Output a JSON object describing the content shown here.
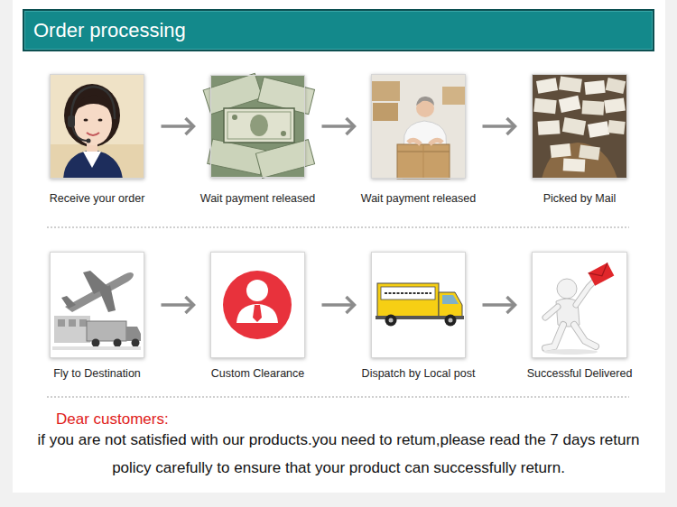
{
  "diagram": {
    "title": "Order processing",
    "nodes": [
      {
        "text": [
          "Receive your order"
        ]
      },
      {
        "text": [
          "Wait payment released"
        ]
      },
      {
        "text": [
          "Wait payment released"
        ]
      },
      {
        "text": [
          "Picked by Mail"
        ]
      },
      {
        "text": [
          "Fly to Destination"
        ]
      },
      {
        "text": [
          "Custom Clearance"
        ]
      },
      {
        "text": [
          "Dispatch by Local post"
        ]
      },
      {
        "text": [
          "Successful Delivered"
        ]
      }
    ],
    "edges": [
      {
        "from": 0,
        "to": 1,
        "arrow": "to"
      },
      {
        "from": 1,
        "to": 2,
        "arrow": "to"
      },
      {
        "from": 2,
        "to": 3,
        "arrow": "to"
      },
      {
        "from": 4,
        "to": 5,
        "arrow": "to"
      },
      {
        "from": 5,
        "to": 6,
        "arrow": "to"
      },
      {
        "from": 6,
        "to": 7,
        "arrow": "to"
      }
    ],
    "labels": [
      "Dear customers:",
      "if you are not satisfied with our products.you need to retum,please read the 7 days return policy carefully to ensure that your product can successfully return."
    ]
  }
}
